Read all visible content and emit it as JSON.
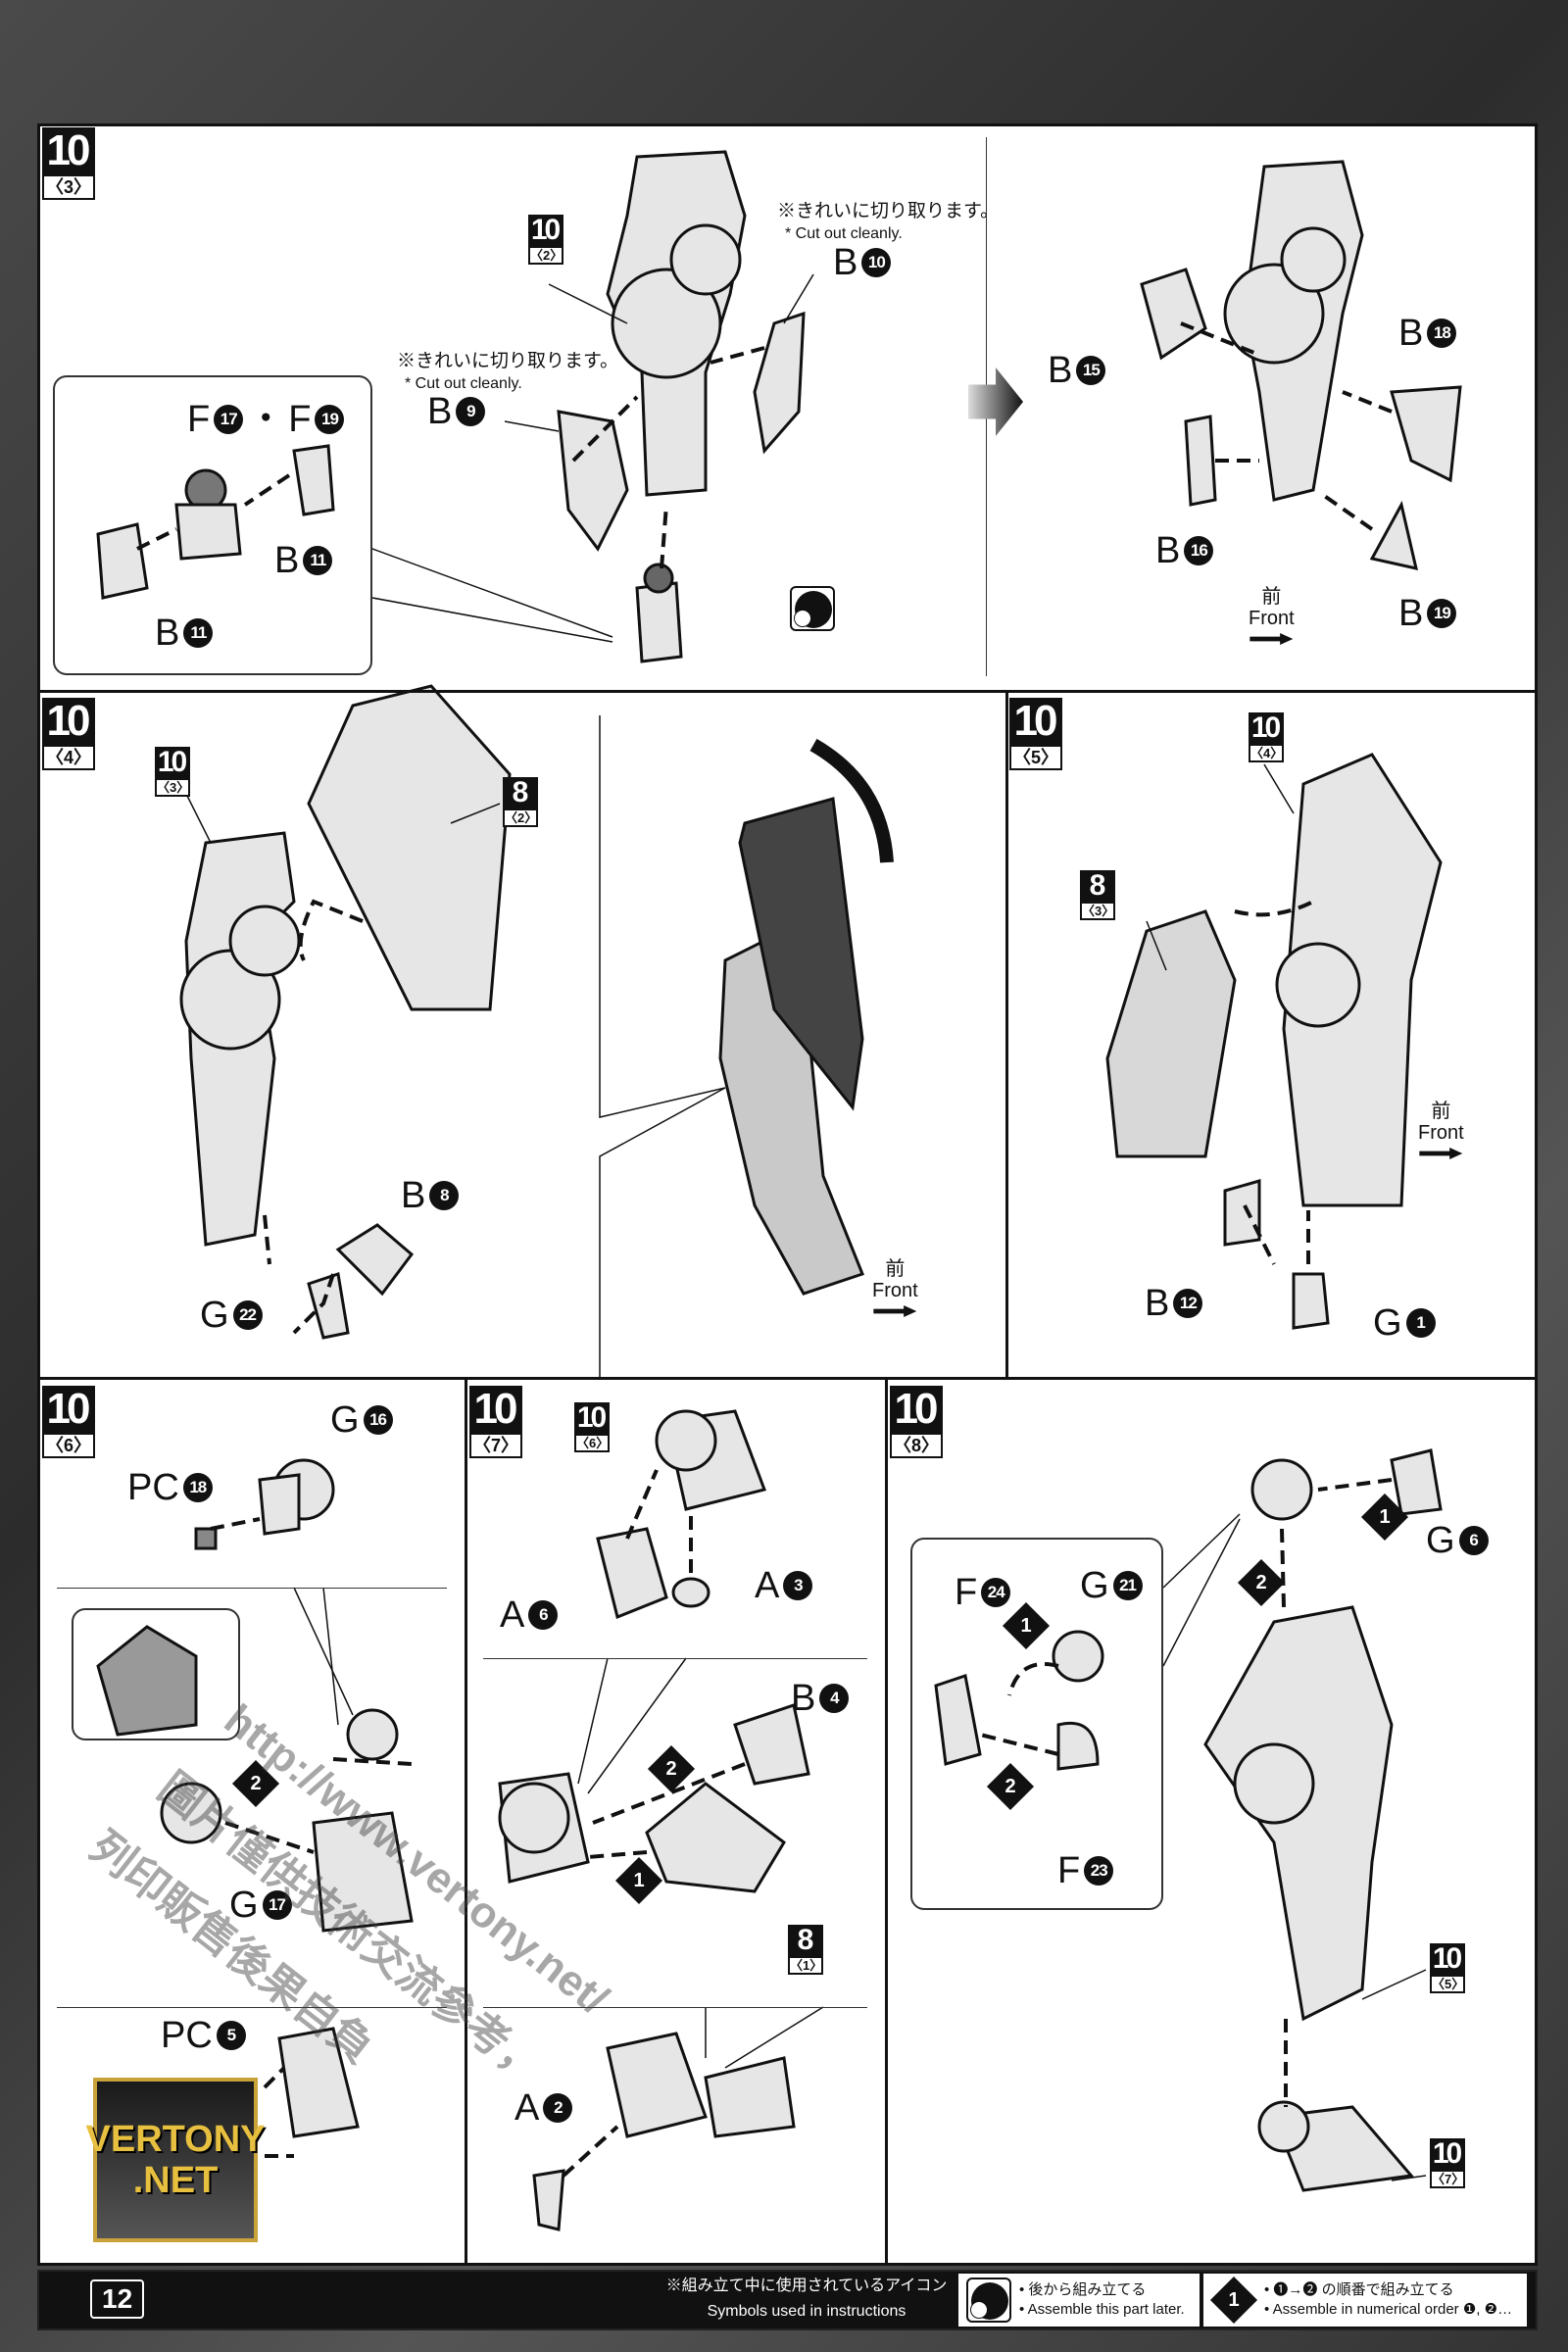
{
  "page_number": "12",
  "steps": {
    "s3": {
      "num": "10",
      "sub": "〈3〉"
    },
    "s4": {
      "num": "10",
      "sub": "〈4〉"
    },
    "s5": {
      "num": "10",
      "sub": "〈5〉"
    },
    "s6": {
      "num": "10",
      "sub": "〈6〉"
    },
    "s7": {
      "num": "10",
      "sub": "〈7〉"
    },
    "s8": {
      "num": "10",
      "sub": "〈8〉"
    }
  },
  "refs": {
    "r10_2": {
      "num": "10",
      "sub": "〈2〉"
    },
    "r10_3": {
      "num": "10",
      "sub": "〈3〉"
    },
    "r8_2": {
      "num": "8",
      "sub": "〈2〉"
    },
    "r10_4": {
      "num": "10",
      "sub": "〈4〉"
    },
    "r8_3": {
      "num": "8",
      "sub": "〈3〉"
    },
    "r10_6": {
      "num": "10",
      "sub": "〈6〉"
    },
    "r8_1": {
      "num": "8",
      "sub": "〈1〉"
    },
    "r10_5": {
      "num": "10",
      "sub": "〈5〉"
    },
    "r10_7": {
      "num": "10",
      "sub": "〈7〉"
    }
  },
  "notes": {
    "cut_jp": "※きれいに切り取ります。",
    "cut_en": "* Cut out cleanly."
  },
  "front": {
    "jp": "前",
    "en": "Front"
  },
  "parts": {
    "b10": {
      "l": "B",
      "n": "10"
    },
    "b9": {
      "l": "B",
      "n": "9"
    },
    "f17f19": {
      "l": "F",
      "n": "17",
      "sep": "・",
      "l2": "F",
      "n2": "19"
    },
    "b11a": {
      "l": "B",
      "n": "11"
    },
    "b11b": {
      "l": "B",
      "n": "11"
    },
    "b15": {
      "l": "B",
      "n": "15"
    },
    "b18": {
      "l": "B",
      "n": "18"
    },
    "b16": {
      "l": "B",
      "n": "16"
    },
    "b19": {
      "l": "B",
      "n": "19"
    },
    "b8": {
      "l": "B",
      "n": "8"
    },
    "g22": {
      "l": "G",
      "n": "22"
    },
    "b12": {
      "l": "B",
      "n": "12"
    },
    "g1": {
      "l": "G",
      "n": "1"
    },
    "g16": {
      "l": "G",
      "n": "16"
    },
    "pc18": {
      "l": "PC",
      "n": "18"
    },
    "g17": {
      "l": "G",
      "n": "17"
    },
    "pc5": {
      "l": "PC",
      "n": "5"
    },
    "a6": {
      "l": "A",
      "n": "6"
    },
    "a3": {
      "l": "A",
      "n": "3"
    },
    "b4": {
      "l": "B",
      "n": "4"
    },
    "a2": {
      "l": "A",
      "n": "2"
    },
    "g6": {
      "l": "G",
      "n": "6"
    },
    "f24": {
      "l": "F",
      "n": "24"
    },
    "g21": {
      "l": "G",
      "n": "21"
    },
    "f23": {
      "l": "F",
      "n": "23"
    }
  },
  "order": {
    "one": "1",
    "two": "2"
  },
  "legend": {
    "title_jp": "※組み立て中に使用されているアイコン",
    "title_en": "Symbols used in instructions",
    "later_jp": "• 後から組み立てる",
    "later_en": "• Assemble this part later.",
    "order_icon": "1",
    "order_jp": "• ❶→❷ の順番で組み立てる",
    "order_en": "• Assemble in numerical order ❶, ❷…"
  },
  "watermark": {
    "url": "http://www.vertony.net/",
    "line1": "圖片僅供技術交流參考，",
    "line2": "列印販售後果自負",
    "logo1": "VERTONY",
    "logo2": ".NET"
  }
}
